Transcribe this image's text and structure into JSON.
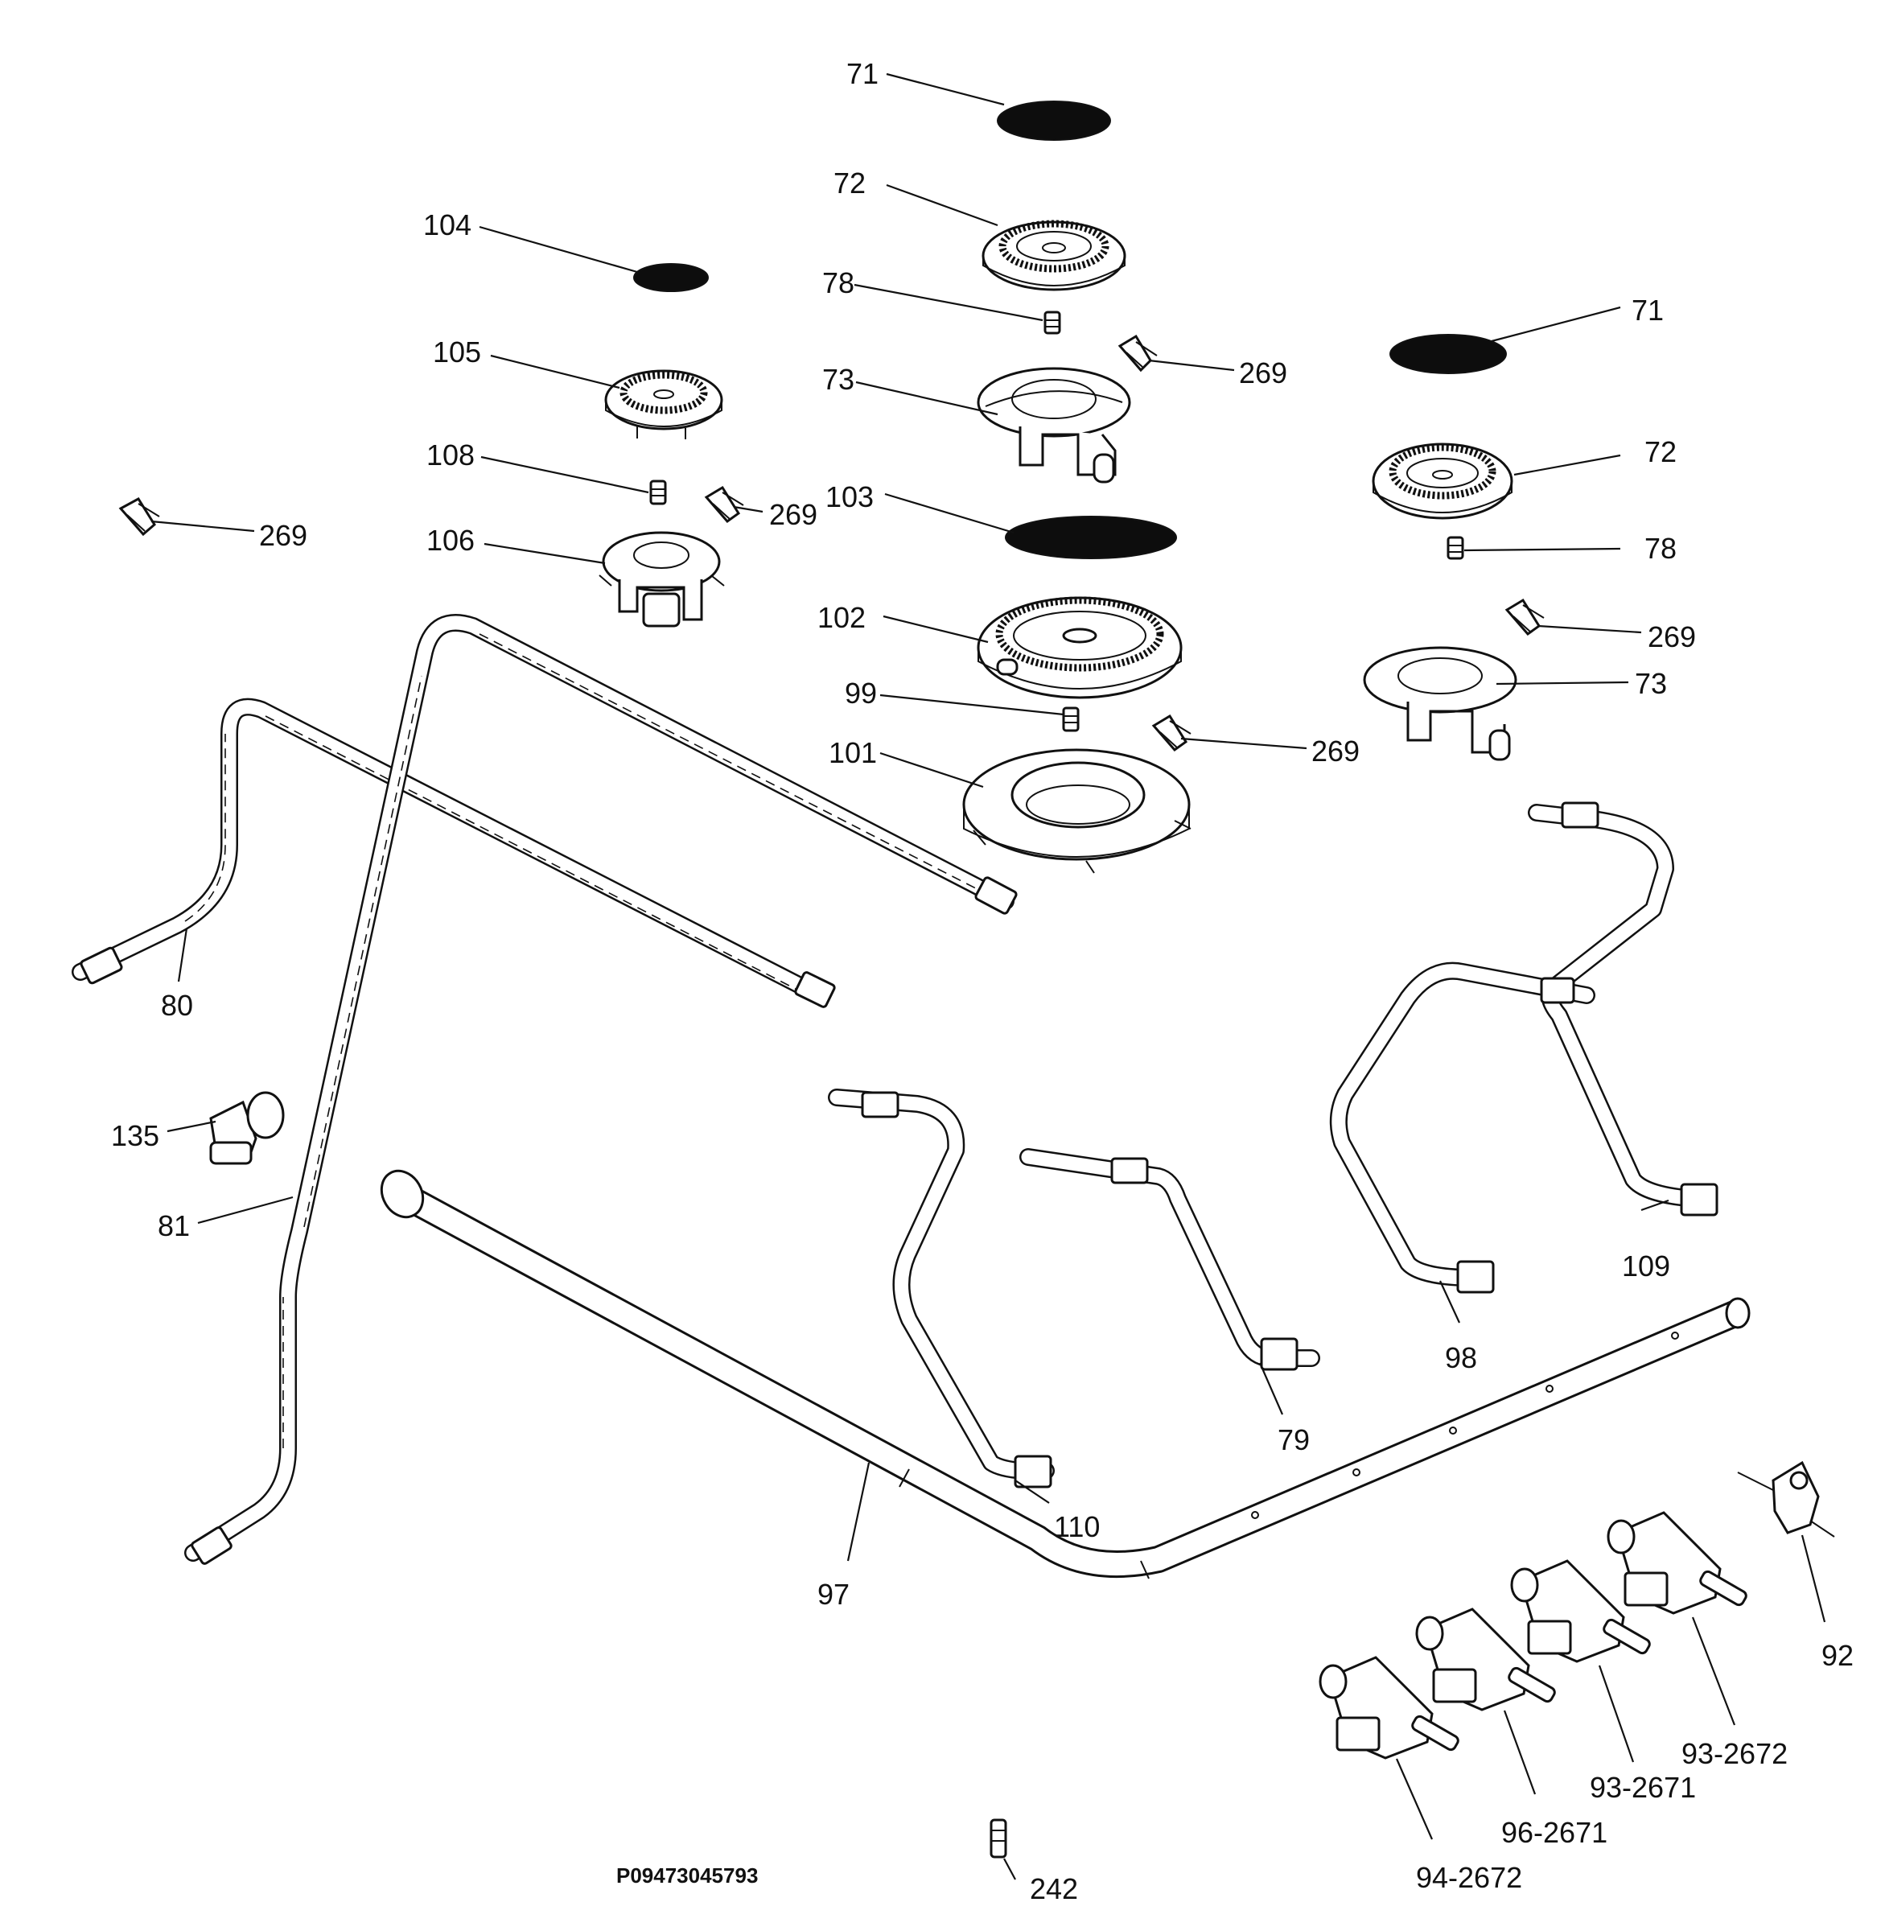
{
  "reference_code": "P09473045793",
  "callouts": {
    "c71a": "71",
    "c72a": "72",
    "c78a": "78",
    "c73a": "73",
    "c269a": "269",
    "c104": "104",
    "c105": "105",
    "c108": "108",
    "c269b": "269",
    "c106": "106",
    "c269c": "269",
    "c103": "103",
    "c102": "102",
    "c99": "99",
    "c101": "101",
    "c269d": "269",
    "c71b": "71",
    "c72b": "72",
    "c78b": "78",
    "c269e": "269",
    "c73b": "73",
    "c80": "80",
    "c135": "135",
    "c81": "81",
    "c97": "97",
    "c110": "110",
    "c79": "79",
    "c98": "98",
    "c109": "109",
    "c92": "92",
    "c93_2672": "93-2672",
    "c93_2671": "93-2671",
    "c96_2671": "96-2671",
    "c94_2672": "94-2672",
    "c242": "242"
  }
}
